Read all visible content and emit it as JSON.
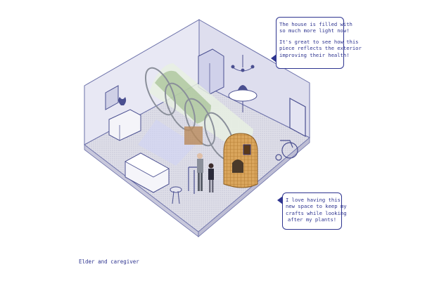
{
  "bubble_top": {
    "lines_a": [
      "The house is filled with",
      "so much more light now!"
    ],
    "lines_b": [
      "It's great to see how this",
      "piece reflects the exterior",
      "improving their health!"
    ]
  },
  "bubble_bottom": {
    "lines": [
      "I love having this",
      "new space to keep my",
      "crafts while looking",
      "after my plants!"
    ]
  },
  "caption": "Elder and caregiver",
  "colors": {
    "ink": "#2f3590",
    "wall": "#dcdcf0",
    "floor": "#d8d8e4",
    "wood": "#d9a55c",
    "green": "#8fb37a"
  }
}
